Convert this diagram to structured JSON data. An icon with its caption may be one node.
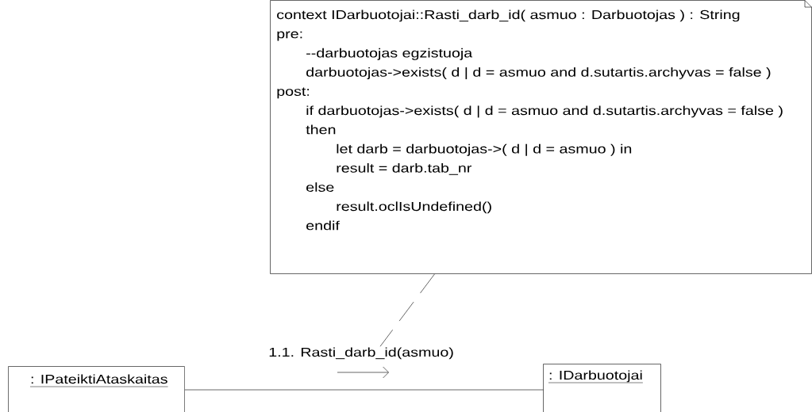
{
  "diagram": {
    "nodes": [
      {
        "text": [
          "context IDarbuotojai::Rasti_darb_id( asmuo : Darbuotojas ) : String",
          "pre:",
          "--darbuotojas egzistuoja",
          "darbuotojas->exists( d | d = asmuo and d.sutartis.archyvas = false )",
          "post:",
          "if darbuotojas->exists( d | d = asmuo and d.sutartis.archyvas = false )",
          "then",
          "let darb = darbuotojas->( d | d = asmuo ) in",
          "result = darb.tab_nr",
          "else",
          "result.oclIsUndefined()",
          "endif"
        ]
      },
      {
        "text": [
          ": IPateiktiAtaskaitas"
        ]
      },
      {
        "text": [
          ": IDarbuotojai"
        ]
      },
      {
        "text": [
          "1.1. Rasti_darb_id(asmuo)"
        ]
      }
    ],
    "edges": [
      {
        "from": 1,
        "to": 2,
        "arrow": "none"
      },
      {
        "from": 0,
        "to": 3,
        "arrow": "none",
        "style": "dashed"
      }
    ]
  }
}
